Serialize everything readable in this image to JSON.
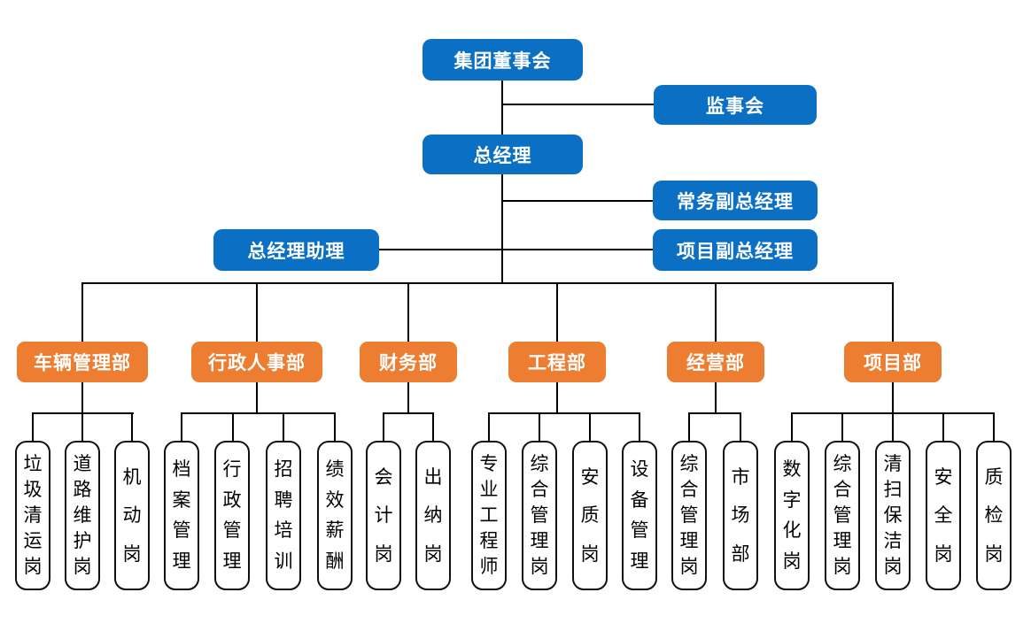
{
  "palette": {
    "management_box": "#0b70c3",
    "department_box": "#ed7d31",
    "position_box_border": "#111111",
    "connector_line": "#000000",
    "box_text": "#ffffff",
    "position_text": "#000000"
  },
  "nodes": {
    "board": "集团董事会",
    "supervisory": "监事会",
    "gm": "总经理",
    "exec_deputy_gm": "常务副总经理",
    "gm_assistant": "总经理助理",
    "project_deputy_gm": "项目副总经理"
  },
  "departments": [
    {
      "label": "车辆管理部",
      "positions": [
        "垃圾清运岗",
        "道路维护岗",
        "机动岗"
      ]
    },
    {
      "label": "行政人事部",
      "positions": [
        "档案管理",
        "行政管理",
        "招聘培训",
        "绩效薪酬"
      ]
    },
    {
      "label": "财务部",
      "positions": [
        "会计岗",
        "出纳岗"
      ]
    },
    {
      "label": "工程部",
      "positions": [
        "专业工程师",
        "综合管理岗",
        "安质岗",
        "设备管理"
      ]
    },
    {
      "label": "经营部",
      "positions": [
        "综合管理岗",
        "市场部"
      ]
    },
    {
      "label": "项目部",
      "positions": [
        "数字化岗",
        "综合管理岗",
        "清扫保洁岗",
        "安全岗",
        "质检岗"
      ]
    }
  ]
}
